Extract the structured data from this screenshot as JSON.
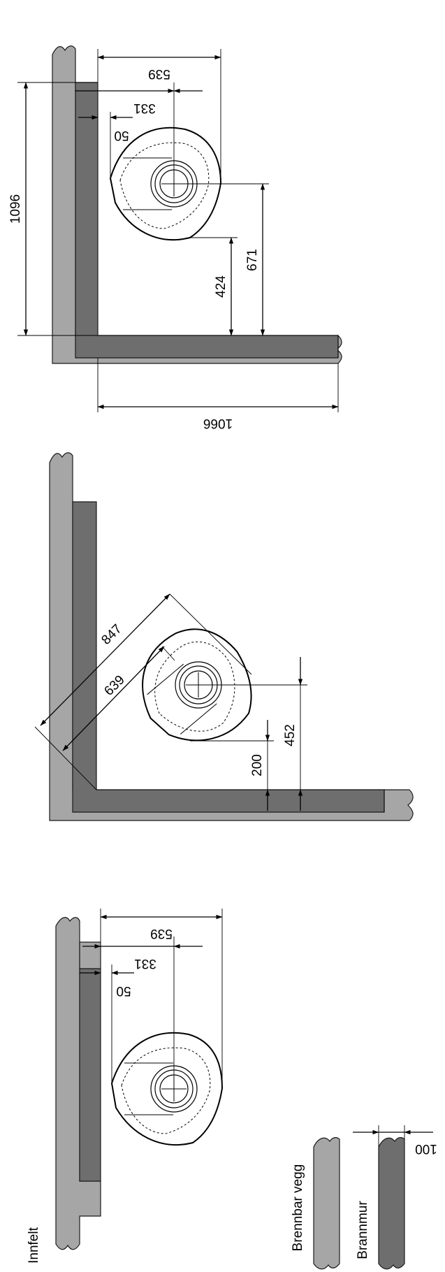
{
  "diagram": {
    "top": {
      "width_539": "539",
      "offset_331": "331",
      "offset_50": "50",
      "height_1096": "1096",
      "depth_671": "671",
      "depth_424": "424",
      "width_1066": "1066"
    },
    "middle": {
      "diag_847": "847",
      "diag_639": "639",
      "height_452": "452",
      "height_200": "200"
    },
    "bottom": {
      "width_539": "539",
      "offset_331": "331",
      "offset_50": "50",
      "label": "Innfelt"
    },
    "legend": {
      "combustible": "Brennbar vegg",
      "firewall": "Brannmur",
      "thickness": "100"
    }
  }
}
